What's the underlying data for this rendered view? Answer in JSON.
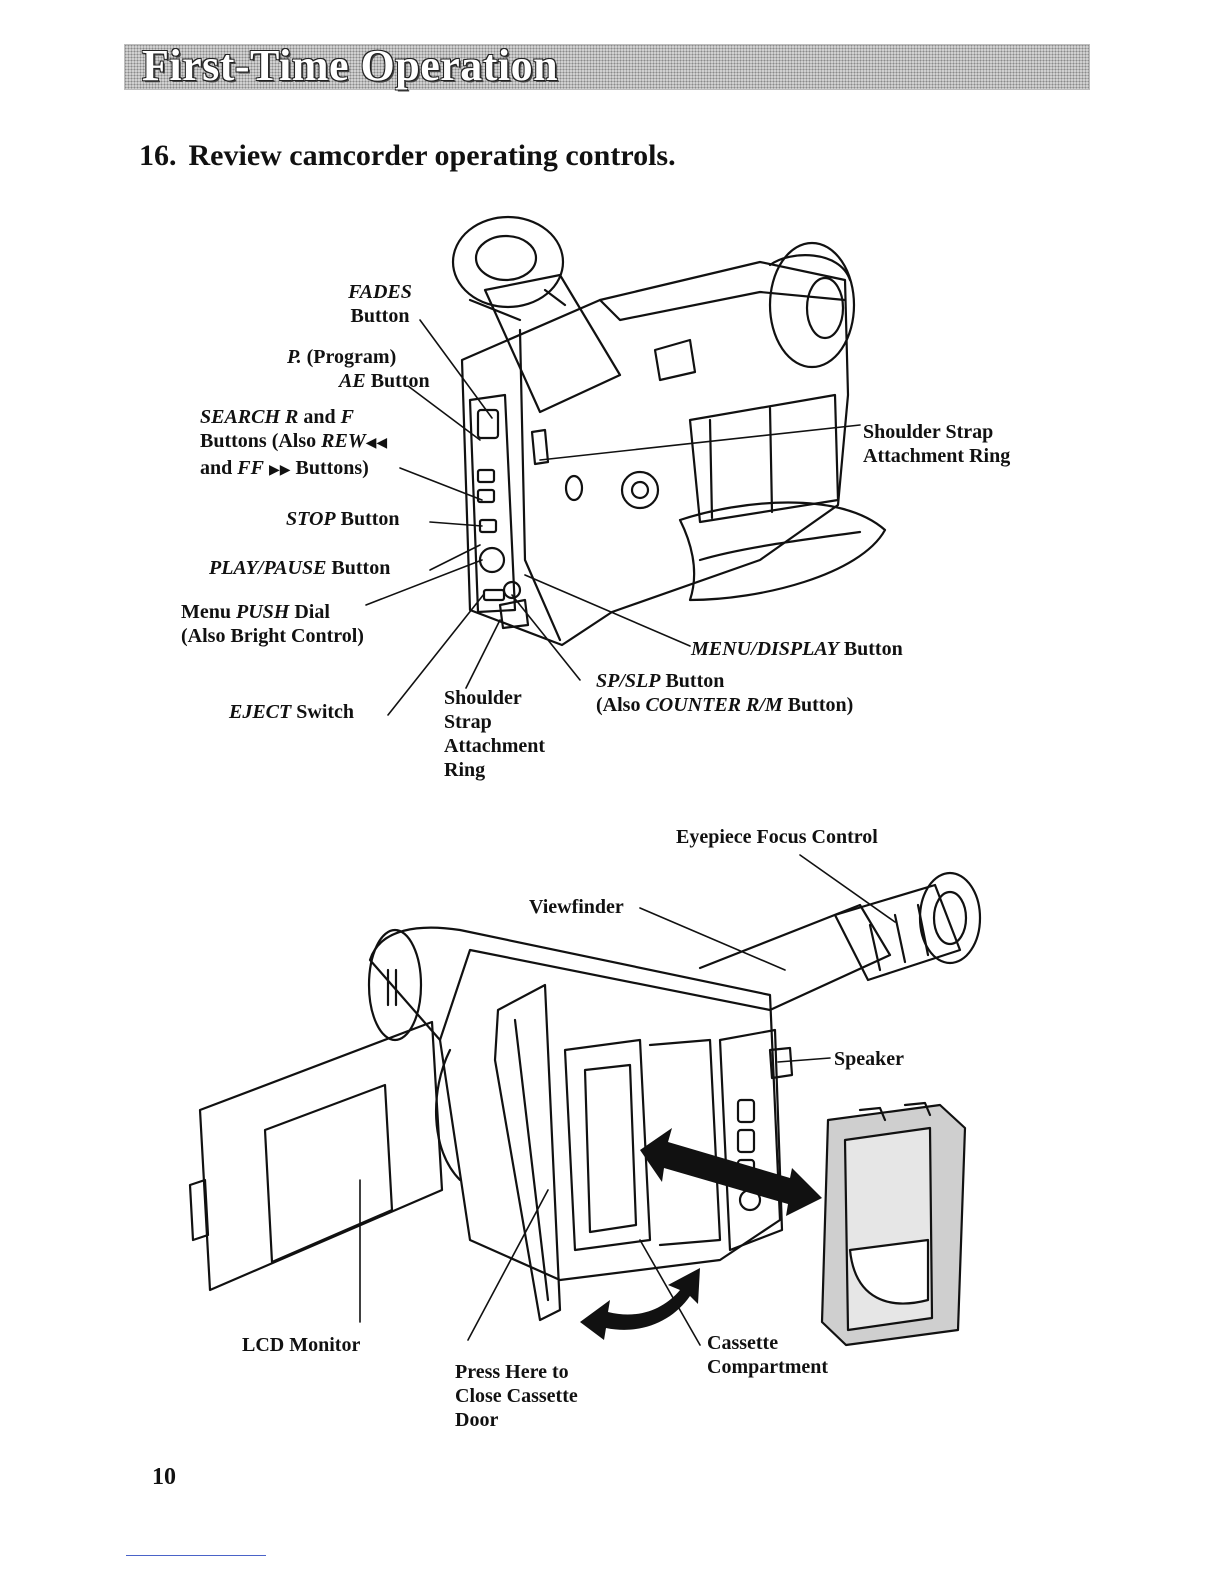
{
  "header": {
    "section_title": "First-Time Operation"
  },
  "step": {
    "number": "16.",
    "title": "Review camcorder operating controls."
  },
  "figure1": {
    "fades": [
      "FADES",
      "Button"
    ],
    "program_ae": {
      "p": "P.",
      "program": "(Program)",
      "ae": "AE",
      "button": "Button"
    },
    "search": {
      "search": "SEARCH",
      "r": "R",
      "and": "and",
      "f": "F",
      "buttons_also": "Buttons (Also",
      "rew": "REW",
      "rew_sym": "◀◀",
      "and2": "and",
      "ff": "FF",
      "ff_sym": "▶▶",
      "buttons_close": "Buttons)"
    },
    "stop": {
      "italic": "STOP",
      "plain": "Button"
    },
    "play_pause": {
      "italic": "PLAY/PAUSE",
      "plain": "Button"
    },
    "menu_push": {
      "menu": "Menu",
      "push": "PUSH",
      "dial": "Dial",
      "line2": "(Also Bright Control)"
    },
    "eject": {
      "italic": "EJECT",
      "plain": "Switch"
    },
    "shoulder_strap_left": [
      "Shoulder",
      "Strap",
      "Attachment",
      "Ring"
    ],
    "shoulder_strap_right": [
      "Shoulder Strap",
      "Attachment Ring"
    ],
    "menu_display": {
      "italic": "MENU/DISPLAY",
      "plain": "Button"
    },
    "sp_slp": {
      "italic": "SP/SLP",
      "plain": "Button",
      "also": "(Also",
      "counter": "COUNTER R/M",
      "button_close": "Button)"
    }
  },
  "figure2": {
    "eyepiece": "Eyepiece Focus Control",
    "viewfinder": "Viewfinder",
    "speaker": "Speaker",
    "lcd": "LCD Monitor",
    "press_here": [
      "Press Here to",
      "Close Cassette",
      "Door"
    ],
    "cassette": [
      "Cassette",
      "Compartment"
    ]
  },
  "page_number": "10"
}
